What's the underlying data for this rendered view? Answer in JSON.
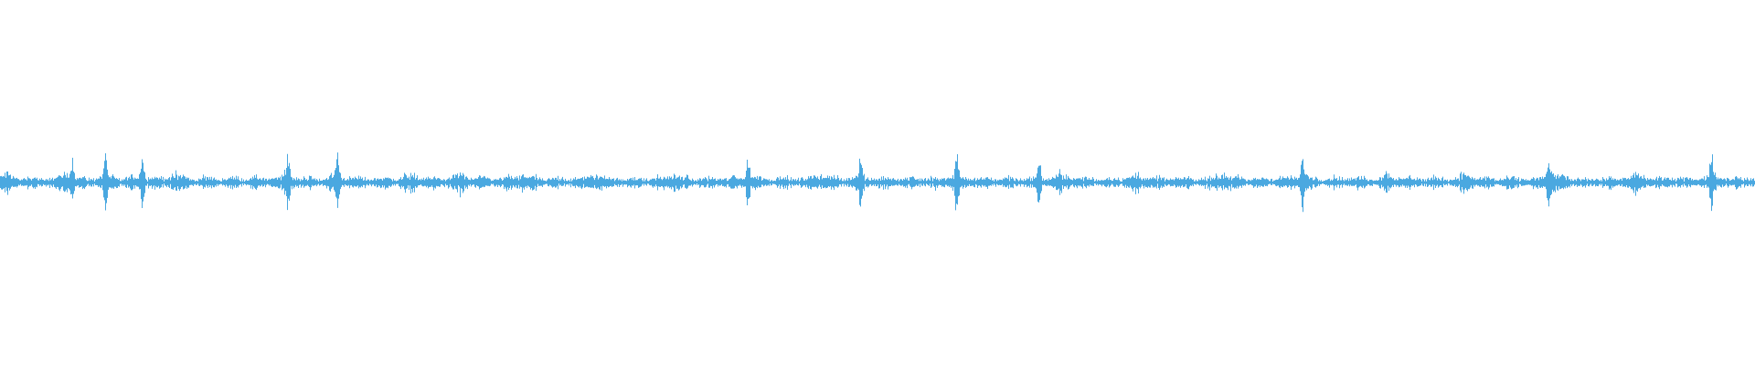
{
  "waveform": {
    "color": "#4aa8e0",
    "baseline_color": "#4aa8e0",
    "num_segments": 1920,
    "burst_positions": [
      0.004,
      0.038,
      0.06,
      0.081,
      0.1,
      0.164,
      0.192,
      0.234,
      0.262,
      0.297,
      0.34,
      0.383,
      0.426,
      0.468,
      0.49,
      0.545,
      0.605,
      0.648,
      0.697,
      0.742,
      0.79,
      0.835,
      0.885,
      0.932,
      0.975
    ],
    "tall_spikes": [
      0.041,
      0.06,
      0.081,
      0.164,
      0.192,
      0.426,
      0.49,
      0.545,
      0.592,
      0.742,
      0.882,
      0.975
    ],
    "peak_amplitude": 0.085
  }
}
